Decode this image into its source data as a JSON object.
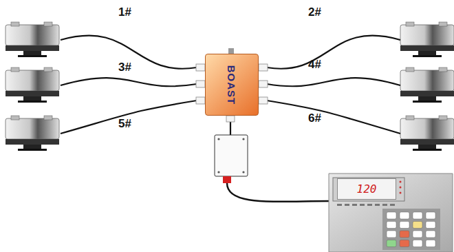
{
  "diagram": {
    "nodes": [
      {
        "text": [
          "BOAST"
        ]
      },
      {
        "text": [
          "120"
        ]
      }
    ],
    "labels": [
      "1#",
      "2#",
      "3#",
      "4#",
      "5#",
      "6#"
    ]
  }
}
